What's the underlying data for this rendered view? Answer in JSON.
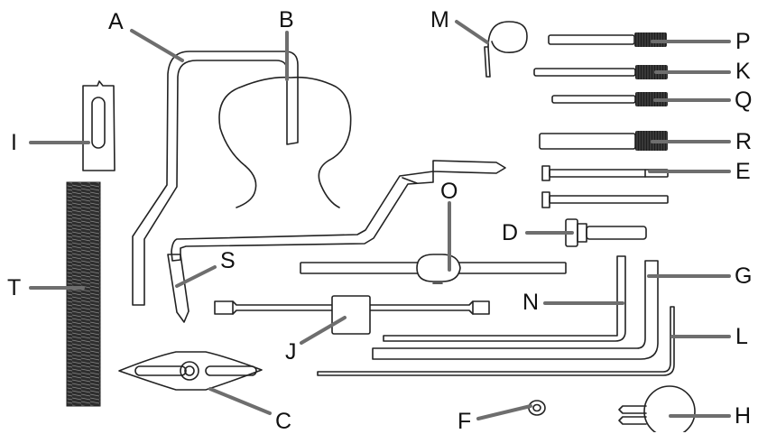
{
  "diagram": {
    "labels": {
      "A": "A",
      "B": "B",
      "C": "C",
      "D": "D",
      "E": "E",
      "F": "F",
      "G": "G",
      "H": "H",
      "I": "I",
      "J": "J",
      "K": "K",
      "L": "L",
      "M": "M",
      "N": "N",
      "O": "O",
      "P": "P",
      "Q": "Q",
      "R": "R",
      "S": "S",
      "T": "T"
    },
    "colors": {
      "outline": "#222222",
      "leader": "#6e6e6e",
      "knurl": "#2a2a2a",
      "background": "#ffffff"
    }
  }
}
